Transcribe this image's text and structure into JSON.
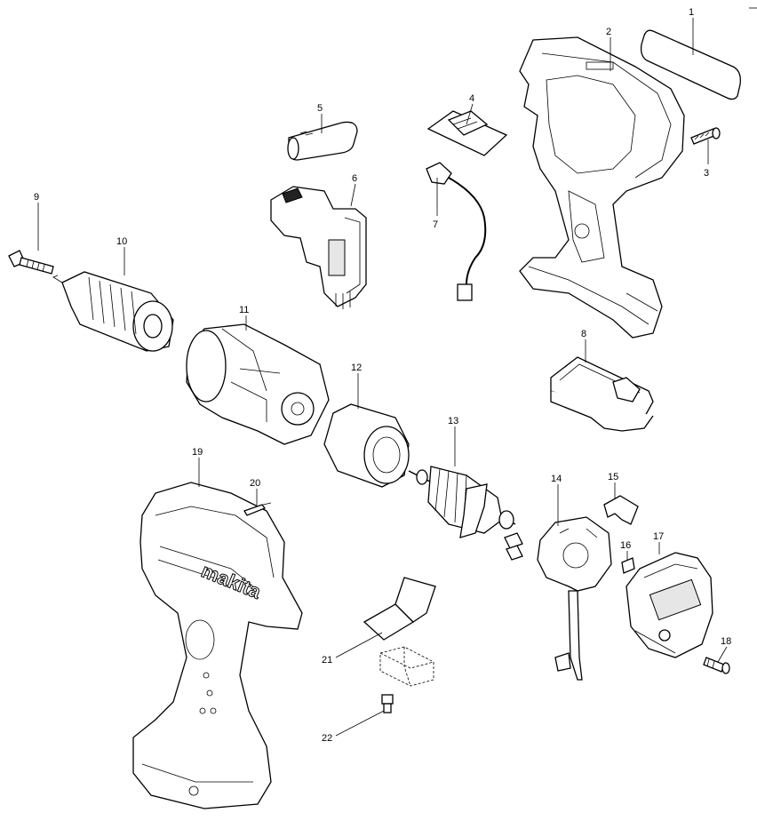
{
  "diagram": {
    "brand_text": "makita",
    "callouts": [
      "1",
      "2",
      "3",
      "4",
      "5",
      "6",
      "7",
      "8",
      "9",
      "10",
      "11",
      "12",
      "13",
      "14",
      "15",
      "16",
      "17",
      "18",
      "19",
      "20",
      "21",
      "22"
    ]
  }
}
